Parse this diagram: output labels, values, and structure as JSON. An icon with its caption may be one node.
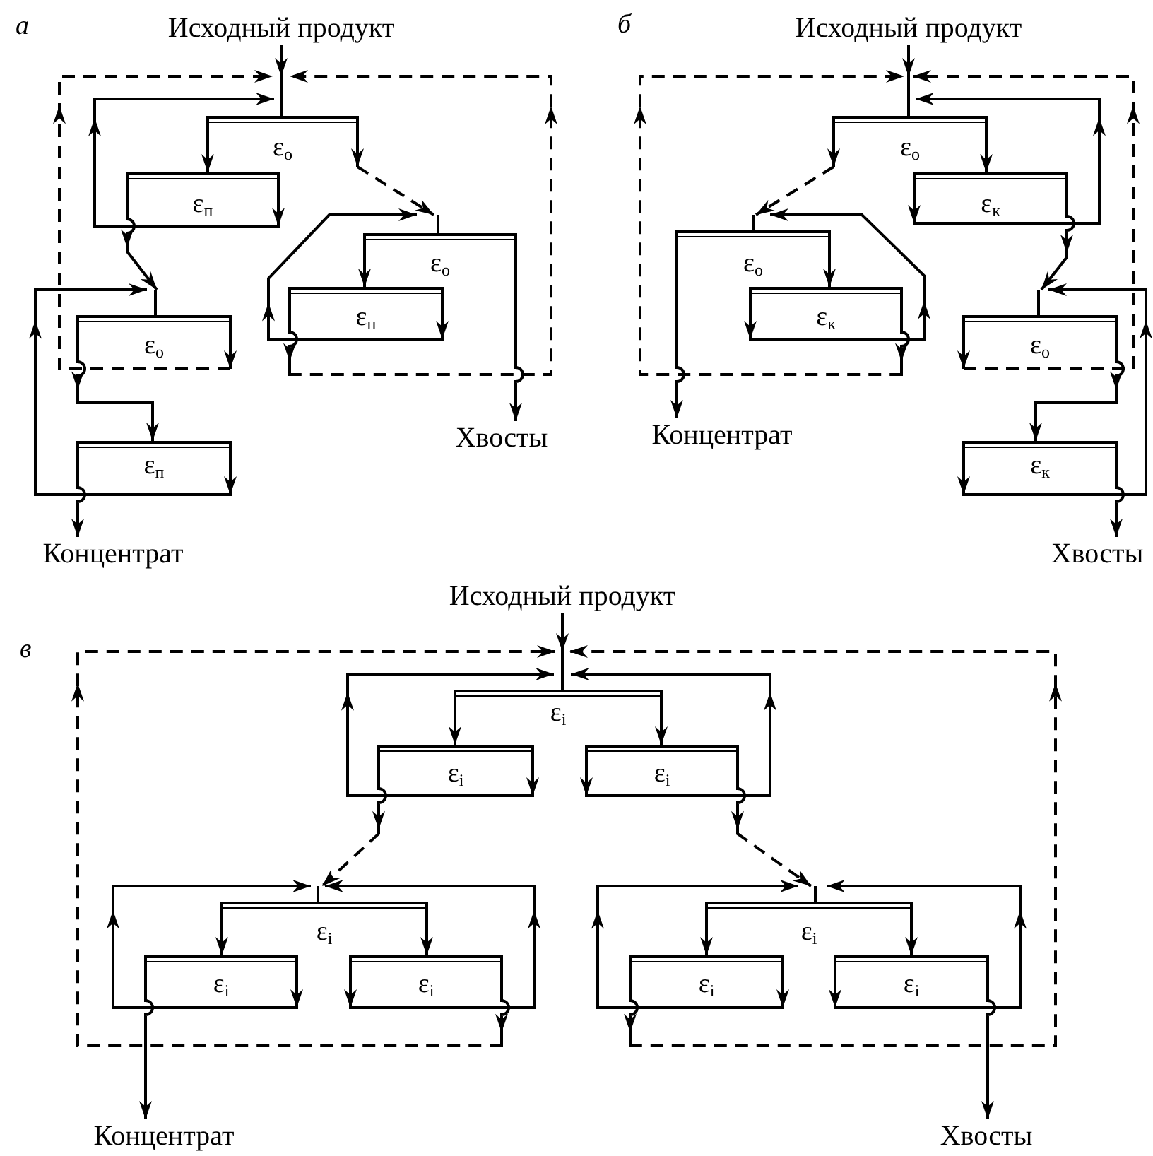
{
  "diagram": {
    "nodes": [
      {
        "text": [
          "Исходный продукт"
        ]
      },
      {
        "text": [
          "ε$_{о}$"
        ]
      },
      {
        "text": [
          "ε$_{п}$"
        ]
      },
      {
        "text": [
          "ε$_{о}$"
        ]
      },
      {
        "text": [
          "ε$_{п}$"
        ]
      },
      {
        "text": [
          "ε$_{о}$"
        ]
      },
      {
        "text": [
          "ε$_{п}$"
        ]
      },
      {
        "text": [
          "Хвосты"
        ]
      },
      {
        "text": [
          "Концентрат"
        ]
      },
      {
        "text": [
          "Исходный продукт"
        ]
      },
      {
        "text": [
          "ε$_{о}$"
        ]
      },
      {
        "text": [
          "ε$_{к}$"
        ]
      },
      {
        "text": [
          "ε$_{о}$"
        ]
      },
      {
        "text": [
          "ε$_{к}$"
        ]
      },
      {
        "text": [
          "ε$_{о}$"
        ]
      },
      {
        "text": [
          "ε$_{к}$"
        ]
      },
      {
        "text": [
          "Концентрат"
        ]
      },
      {
        "text": [
          "Хвосты"
        ]
      },
      {
        "text": [
          "Исходный продукт"
        ]
      },
      {
        "text": [
          "ε$_{i}$"
        ]
      },
      {
        "text": [
          "ε$_{i}$"
        ]
      },
      {
        "text": [
          "ε$_{i}$"
        ]
      },
      {
        "text": [
          "ε$_{i}$"
        ]
      },
      {
        "text": [
          "ε$_{i}$"
        ]
      },
      {
        "text": [
          "ε$_{i}$"
        ]
      },
      {
        "text": [
          "ε$_{i}$"
        ]
      },
      {
        "text": [
          "ε$_{i}$"
        ]
      },
      {
        "text": [
          "ε$_{i}$"
        ]
      },
      {
        "text": [
          "Концентрат"
        ]
      },
      {
        "text": [
          "Хвосты"
        ]
      }
    ],
    "edges": [
      {
        "from": 0,
        "to": 1,
        "arrow": "to"
      },
      {
        "from": 1,
        "to": 2,
        "arrow": "to"
      },
      {
        "from": 1,
        "to": 3,
        "arrow": "to",
        "style": "dashed"
      },
      {
        "from": 2,
        "to": 1,
        "arrow": "to"
      },
      {
        "from": 2,
        "to": 5,
        "arrow": "to"
      },
      {
        "from": 5,
        "to": 1,
        "arrow": "to",
        "style": "dashed"
      },
      {
        "from": 5,
        "to": 6,
        "arrow": "to"
      },
      {
        "from": 6,
        "to": 5,
        "arrow": "to"
      },
      {
        "from": 6,
        "to": 8,
        "arrow": "to"
      },
      {
        "from": 3,
        "to": 4,
        "arrow": "to"
      },
      {
        "from": 3,
        "to": 7,
        "arrow": "to"
      },
      {
        "from": 4,
        "to": 3,
        "arrow": "to"
      },
      {
        "from": 4,
        "to": 1,
        "arrow": "to",
        "style": "dashed"
      },
      {
        "from": 9,
        "to": 10,
        "arrow": "to"
      },
      {
        "from": 10,
        "to": 12,
        "arrow": "to",
        "style": "dashed"
      },
      {
        "from": 10,
        "to": 11,
        "arrow": "to"
      },
      {
        "from": 11,
        "to": 10,
        "arrow": "to"
      },
      {
        "from": 11,
        "to": 14,
        "arrow": "to"
      },
      {
        "from": 12,
        "to": 13,
        "arrow": "to"
      },
      {
        "from": 12,
        "to": 16,
        "arrow": "to"
      },
      {
        "from": 13,
        "to": 12,
        "arrow": "to"
      },
      {
        "from": 13,
        "to": 10,
        "arrow": "to",
        "style": "dashed"
      },
      {
        "from": 14,
        "to": 15,
        "arrow": "to"
      },
      {
        "from": 14,
        "to": 10,
        "arrow": "to",
        "style": "dashed"
      },
      {
        "from": 15,
        "to": 14,
        "arrow": "to"
      },
      {
        "from": 15,
        "to": 17,
        "arrow": "to"
      },
      {
        "from": 18,
        "to": 19,
        "arrow": "to"
      },
      {
        "from": 19,
        "to": 20,
        "arrow": "to"
      },
      {
        "from": 19,
        "to": 21,
        "arrow": "to"
      },
      {
        "from": 20,
        "to": 19,
        "arrow": "to"
      },
      {
        "from": 21,
        "to": 19,
        "arrow": "to"
      },
      {
        "from": 20,
        "to": 22,
        "arrow": "to",
        "style": "dashed"
      },
      {
        "from": 21,
        "to": 25,
        "arrow": "to",
        "style": "dashed"
      },
      {
        "from": 22,
        "to": 23,
        "arrow": "to"
      },
      {
        "from": 22,
        "to": 24,
        "arrow": "to"
      },
      {
        "from": 23,
        "to": 22,
        "arrow": "to"
      },
      {
        "from": 24,
        "to": 22,
        "arrow": "to"
      },
      {
        "from": 23,
        "to": 28,
        "arrow": "to"
      },
      {
        "from": 24,
        "to": 19,
        "arrow": "to",
        "style": "dashed"
      },
      {
        "from": 25,
        "to": 26,
        "arrow": "to"
      },
      {
        "from": 25,
        "to": 27,
        "arrow": "to"
      },
      {
        "from": 26,
        "to": 25,
        "arrow": "to"
      },
      {
        "from": 27,
        "to": 25,
        "arrow": "to"
      },
      {
        "from": 26,
        "to": 19,
        "arrow": "to",
        "style": "dashed"
      },
      {
        "from": 27,
        "to": 29,
        "arrow": "to"
      }
    ],
    "labels": [
      "а",
      "б",
      "в"
    ]
  }
}
